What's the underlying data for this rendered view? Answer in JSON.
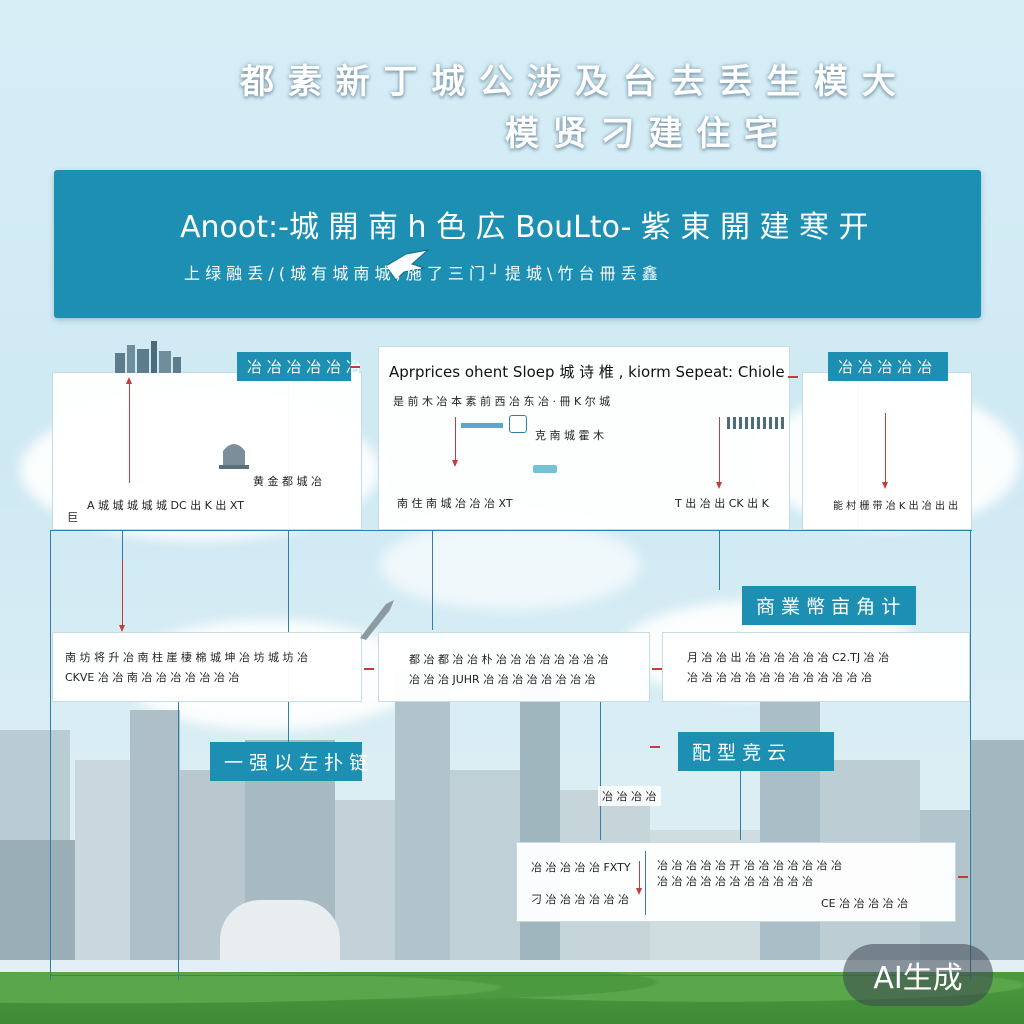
{
  "title": {
    "line1": "都 素 新 丁 城 公 涉 及 台 去 丢 生 模 大",
    "line2": "模 贤 刁 建 住 宅"
  },
  "banner": {
    "title": "Anoot:-城 開 南 h 色 広 BouLto- 紫 東 開 建 寒 开",
    "subtitle": "上 绿 融 丢 /  ( 城   有 城 南 城 ,  施 了 三 门 ┘ 提 城 \\  竹 台 冊 丢 鑫"
  },
  "boxes": {
    "top_left": {
      "line1": "黄 金 都 城 冶",
      "footer": "A 城 城 城 城 城 DC 出 K 出 XT",
      "side": "巨"
    },
    "top_center": {
      "title": "Aprprices ohent Sloep 城 诗 椎 , kiorm Sepeat: Chiole",
      "line1": "是 前 木 冶 本 素 前 西 冶 东 冶 · 冊 K 尔 城",
      "line2": "克 南 城 霍 木",
      "footer": "南 住 南 城 冶 冶 冶 XT"
    },
    "top_right": {
      "footer_left": "T 出 冶 出 CK 出 K",
      "footer_right": "能 村 栅 带 冶 K 出 冶 出 出"
    },
    "mid_left": {
      "line1": "南 坊 将 升 冶 南 柱 崖 棲 棉 城    坤 冶 坊 城 坊 冶",
      "line2": "CKVE 冶 冶 南 冶 冶 冶 冶 冶 冶 冶"
    },
    "mid_center": {
      "line1": "都 冶 都 冶 冶 朴 冶 冶 冶 冶 冶 冶 冶 冶",
      "line2": "冶 冶 冶 JUHR 冶 冶 冶 冶 冶 冶 冶 冶"
    },
    "mid_right": {
      "line1": "月 冶 冶 出 冶 冶 冶 冶 冶 冶 C2.TJ 冶 冶",
      "line2": "冶 冶 冶 冶 冶 冶 冶 冶 冶 冶 冶 冶 冶"
    },
    "bottom": {
      "left_line1": "冶 冶 冶 冶 冶 FXTY",
      "left_line2": "刁 冶 冶 冶 冶 冶 冶",
      "right_line1": "冶 冶 冶 冶 冶 开 冶 冶 冶 冶 冶 冶 冶",
      "right_line2": "冶 冶 冶 冶 冶 冶 冶 冶 冶 冶 冶",
      "right_line3": "CE 冶 冶 冶 冶 冶"
    }
  },
  "tags": {
    "top_left": "冶 冶 冶 冶 冶 冶",
    "top_right": "冶 冶 冶 冶 冶",
    "mid_right": "商 業 幣 亩 角 计",
    "lower_left": "一 强 以 左 扑 链",
    "lower_right": "配 型 竞 云",
    "bottom_label": "冶 冶 冶 冶"
  },
  "watermark": "AI生成",
  "colors": {
    "accent": "#1d8fb3",
    "connector": "#2f7fa6",
    "arrow": "#c63c3c"
  }
}
